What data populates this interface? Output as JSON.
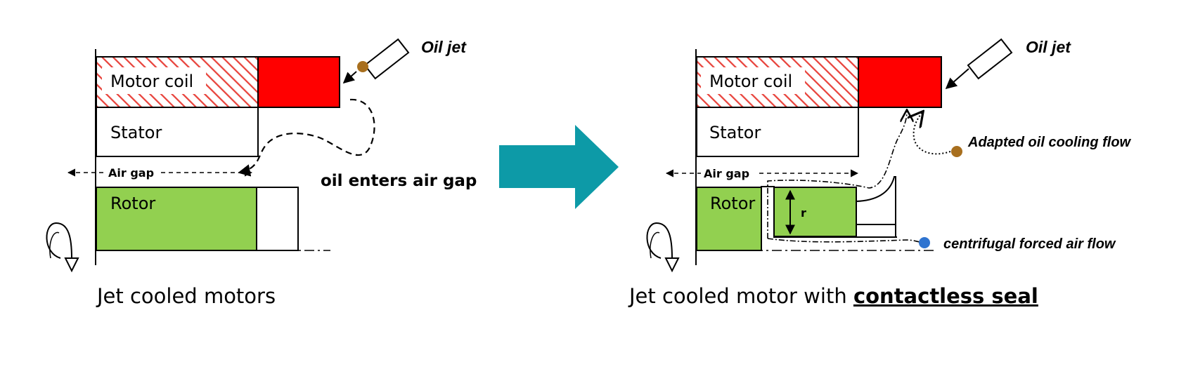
{
  "left": {
    "motor_coil": "Motor coil",
    "stator": "Stator",
    "air_gap": "Air gap",
    "rotor": "Rotor",
    "oil_jet": "Oil jet",
    "oil_enters": "oil enters air gap",
    "caption": "Jet cooled motors"
  },
  "right": {
    "motor_coil": "Motor coil",
    "stator": "Stator",
    "air_gap": "Air gap",
    "rotor": "Rotor",
    "radius": "r",
    "oil_jet": "Oil jet",
    "oil_flow": "Adapted oil cooling flow",
    "air_flow": "centrifugal forced air flow",
    "caption_prefix": "Jet cooled motor with ",
    "caption_emphasis": "contactless seal"
  },
  "colors": {
    "coil_red": "#ff0000",
    "hatch_red": "#e8423b",
    "rotor_green": "#92d050",
    "arrow_teal": "#0d9aa7",
    "oil_drop_brown": "#a86f1e",
    "air_dot_blue": "#2f74d0"
  }
}
